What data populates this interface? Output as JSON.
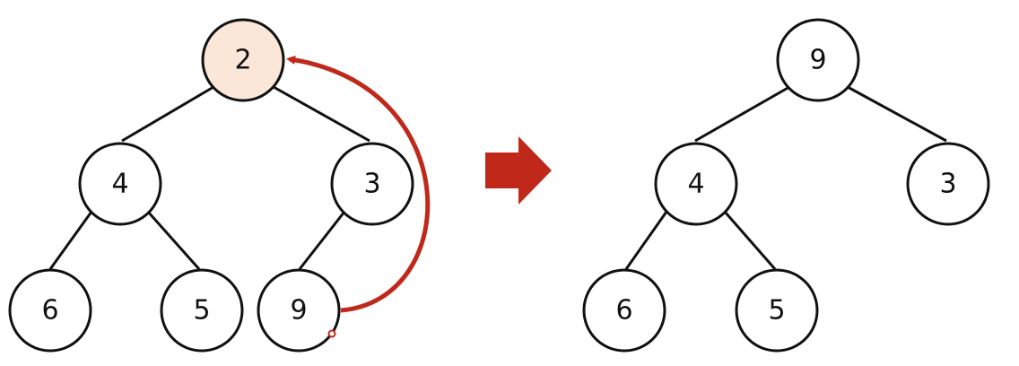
{
  "colors": {
    "edge": "#111111",
    "node_fill": "#ffffff",
    "node_stroke": "#111111",
    "highlight_fill": "#fbe7d8",
    "accent_red": "#c0281a"
  },
  "left_tree": {
    "nodes": [
      {
        "id": "root",
        "label": "2",
        "highlighted": true
      },
      {
        "id": "left",
        "label": "4",
        "highlighted": false
      },
      {
        "id": "right",
        "label": "3",
        "highlighted": false
      },
      {
        "id": "left-left",
        "label": "6",
        "highlighted": false
      },
      {
        "id": "left-right",
        "label": "5",
        "highlighted": false
      },
      {
        "id": "right-left",
        "label": "9",
        "highlighted": false
      }
    ]
  },
  "transition_arrow": {
    "icon": "right-arrow-icon"
  },
  "right_tree": {
    "nodes": [
      {
        "id": "root",
        "label": "9",
        "highlighted": false
      },
      {
        "id": "left",
        "label": "4",
        "highlighted": false
      },
      {
        "id": "right",
        "label": "3",
        "highlighted": false
      },
      {
        "id": "left-left",
        "label": "6",
        "highlighted": false
      },
      {
        "id": "left-right",
        "label": "5",
        "highlighted": false
      }
    ]
  }
}
